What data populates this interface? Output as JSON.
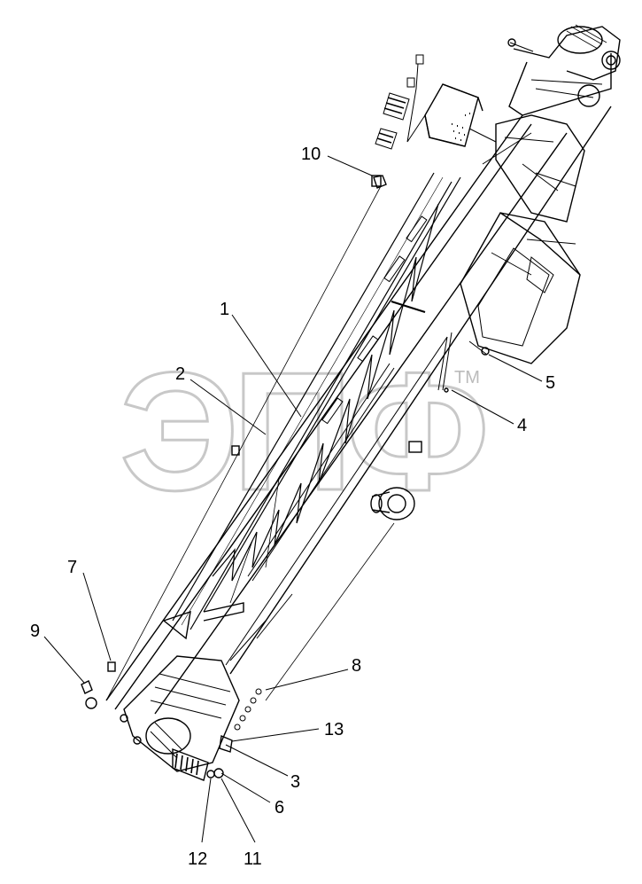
{
  "watermark": {
    "text": "ЭПФ",
    "tm": "TM",
    "color": "#c8c8c8"
  },
  "callouts": [
    {
      "id": "1",
      "label": "1"
    },
    {
      "id": "2",
      "label": "2"
    },
    {
      "id": "3",
      "label": "3"
    },
    {
      "id": "4",
      "label": "4"
    },
    {
      "id": "5",
      "label": "5"
    },
    {
      "id": "6",
      "label": "6"
    },
    {
      "id": "7",
      "label": "7"
    },
    {
      "id": "8",
      "label": "8"
    },
    {
      "id": "9",
      "label": "9"
    },
    {
      "id": "10",
      "label": "10"
    },
    {
      "id": "11",
      "label": "11"
    },
    {
      "id": "12",
      "label": "12"
    },
    {
      "id": "13",
      "label": "13"
    }
  ]
}
